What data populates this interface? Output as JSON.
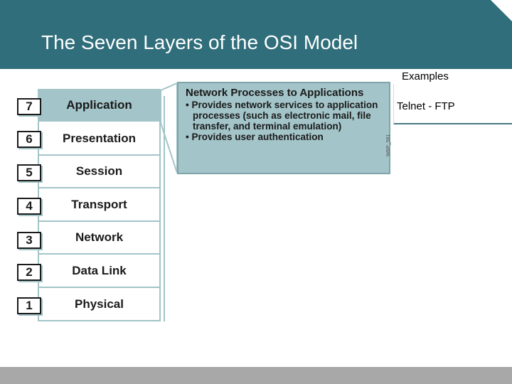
{
  "header": {
    "title": "The Seven Layers of the OSI Model"
  },
  "layers": [
    {
      "number": "7",
      "name": "Application"
    },
    {
      "number": "6",
      "name": "Presentation"
    },
    {
      "number": "5",
      "name": "Session"
    },
    {
      "number": "4",
      "name": "Transport"
    },
    {
      "number": "3",
      "name": "Network"
    },
    {
      "number": "2",
      "name": "Data Link"
    },
    {
      "number": "1",
      "name": "Physical"
    }
  ],
  "description": {
    "title": "Network Processes to Applications",
    "bullets": [
      "• Provides network services to application processes (such as electronic mail, file transfer, and terminal emulation)",
      "• Provides user authentication"
    ],
    "code": "WBP_581"
  },
  "examples": {
    "label": "Examples",
    "items": [
      "Telnet - FTP"
    ]
  },
  "colors": {
    "header": "#2f6e7a",
    "accent": "#a3c4c8",
    "footer": "#a8a8a8"
  }
}
